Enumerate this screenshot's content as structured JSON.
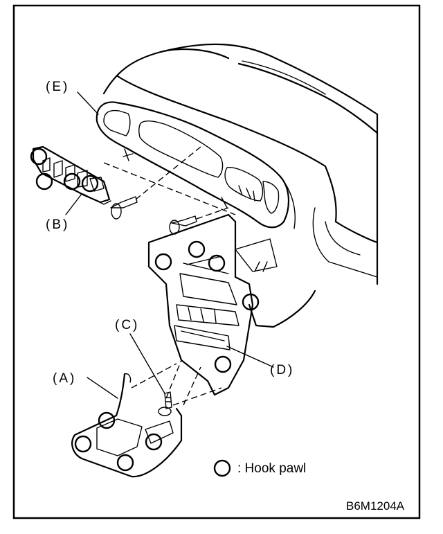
{
  "labels": {
    "a": "(A)",
    "b": "(B)",
    "c": "(C)",
    "d": "(D)",
    "e": "(E)"
  },
  "legend": {
    "text": ": Hook pawl"
  },
  "figure_code": "B6M1204A"
}
